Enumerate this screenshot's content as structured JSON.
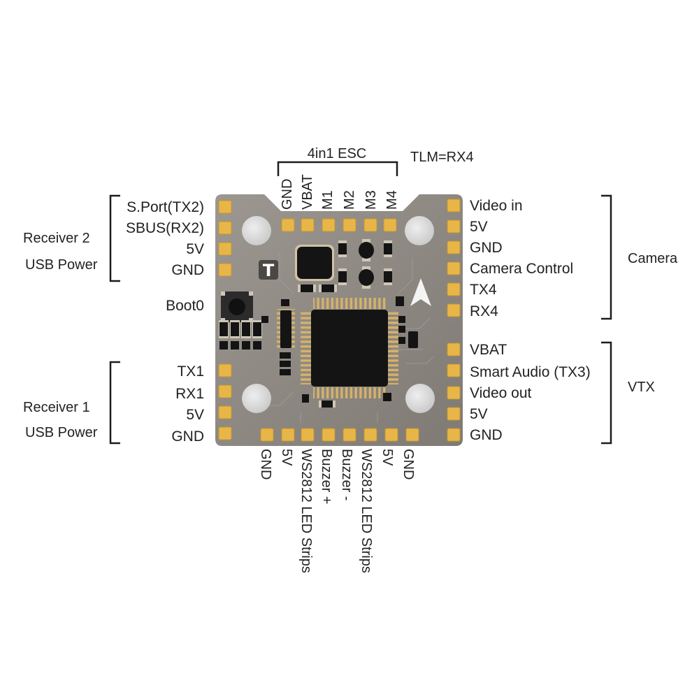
{
  "top": {
    "group_label": "4in1 ESC",
    "note": "TLM=RX4",
    "pins": [
      "GND",
      "VBAT",
      "M1",
      "M2",
      "M3",
      "M4"
    ]
  },
  "left_top": {
    "group_lines": [
      "Receiver 2",
      "USB Power"
    ],
    "pins": [
      "S.Port(TX2)",
      "SBUS(RX2)",
      "5V",
      "GND"
    ]
  },
  "boot": {
    "label": "Boot0"
  },
  "left_bottom": {
    "group_lines": [
      "Receiver 1",
      "USB Power"
    ],
    "pins": [
      "TX1",
      "RX1",
      "5V",
      "GND"
    ]
  },
  "right_top": {
    "group_label": "Camera",
    "pins": [
      "Video in",
      "5V",
      "GND",
      "Camera Control",
      "TX4",
      "RX4"
    ]
  },
  "right_bottom": {
    "group_label": "VTX",
    "pins": [
      "VBAT",
      "Smart Audio (TX3)",
      "Video out",
      "5V",
      "GND"
    ]
  },
  "bottom": {
    "pins": [
      "GND",
      "5V",
      "WS2812 LED Strips",
      "Buzzer +",
      "Buzzer -",
      "WS2812 LED Strips",
      "5V",
      "GND"
    ]
  },
  "board": {
    "logo_letter": "T",
    "icons": [
      "mounting-hole",
      "mcu-chip",
      "imu-chip",
      "boot-button",
      "arrow-logo"
    ]
  },
  "colors": {
    "board": "#8d8883",
    "pad": "#e8b648",
    "chip": "#141414",
    "hole": "#d6d6d6",
    "ink": "#222222"
  }
}
